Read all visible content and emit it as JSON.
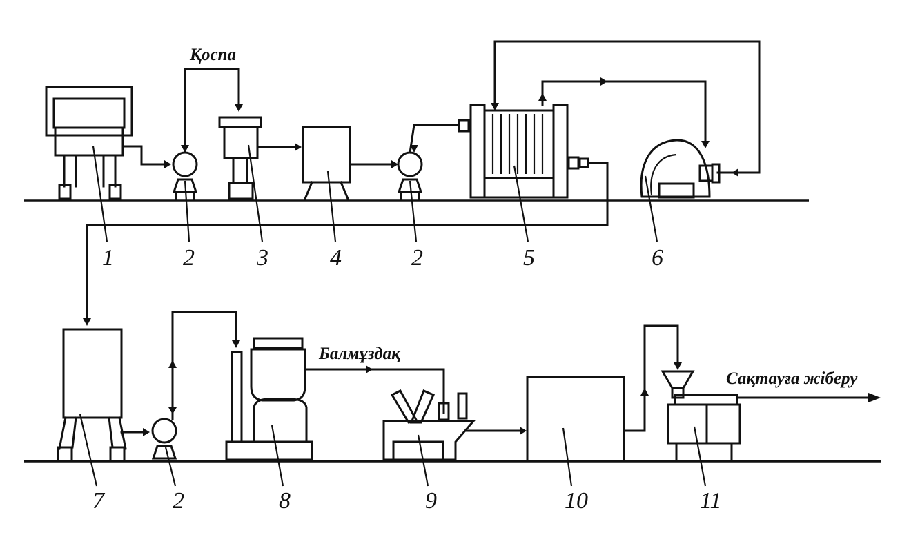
{
  "labels": {
    "mixture": "Қоспа",
    "ice_cream": "Балмұздақ",
    "send_to_storage": "Сақтауға жіберу"
  },
  "numbers": {
    "n1": "1",
    "n2a": "2",
    "n3": "3",
    "n4": "4",
    "n2b": "2",
    "n5": "5",
    "n6": "6",
    "n7": "7",
    "n2c": "2",
    "n8": "8",
    "n9": "9",
    "n10": "10",
    "n11": "11"
  }
}
